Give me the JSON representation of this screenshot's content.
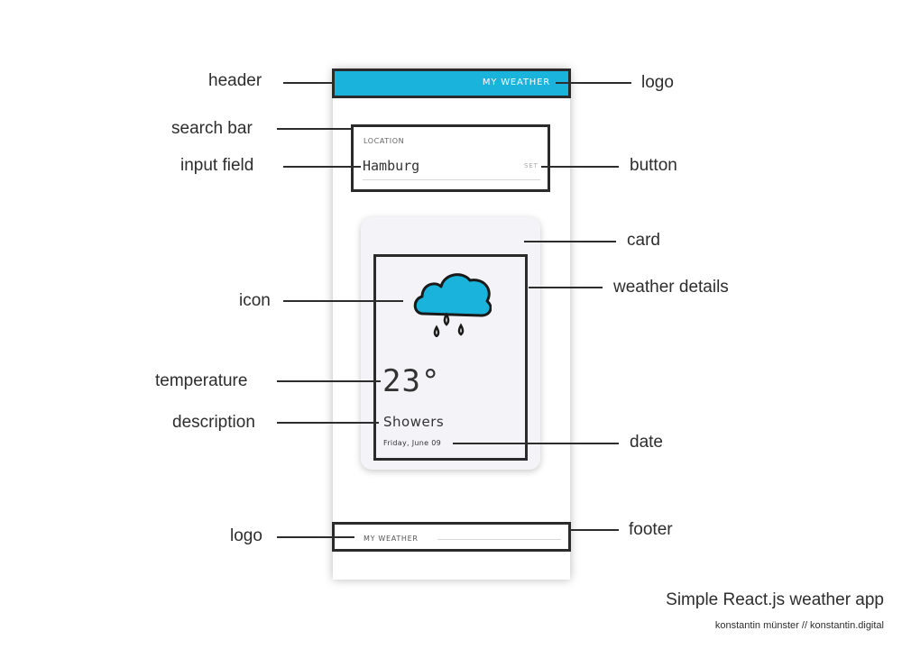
{
  "app": {
    "header_logo": "MY WEATHER",
    "search": {
      "label": "LOCATION",
      "value": "Hamburg",
      "button_label": "SET"
    },
    "weather": {
      "icon": "rain-cloud-icon",
      "temperature": "23°",
      "description": "Showers",
      "date": "Friday, June 09"
    },
    "footer_logo": "MY WEATHER"
  },
  "annotations": {
    "header": "header",
    "logo_top": "logo",
    "search_bar": "search bar",
    "input_field": "input field",
    "button": "button",
    "card": "card",
    "weather_details": "weather details",
    "icon": "icon",
    "temperature": "temperature",
    "description": "description",
    "date": "date",
    "logo_bottom": "logo",
    "footer": "footer"
  },
  "caption": {
    "title": "Simple React.js weather app",
    "credit": "konstantin münster // konstantin.digital"
  },
  "colors": {
    "accent": "#19b3dc",
    "annotation": "#2d2d2d",
    "card_bg": "#f4f4f8"
  }
}
